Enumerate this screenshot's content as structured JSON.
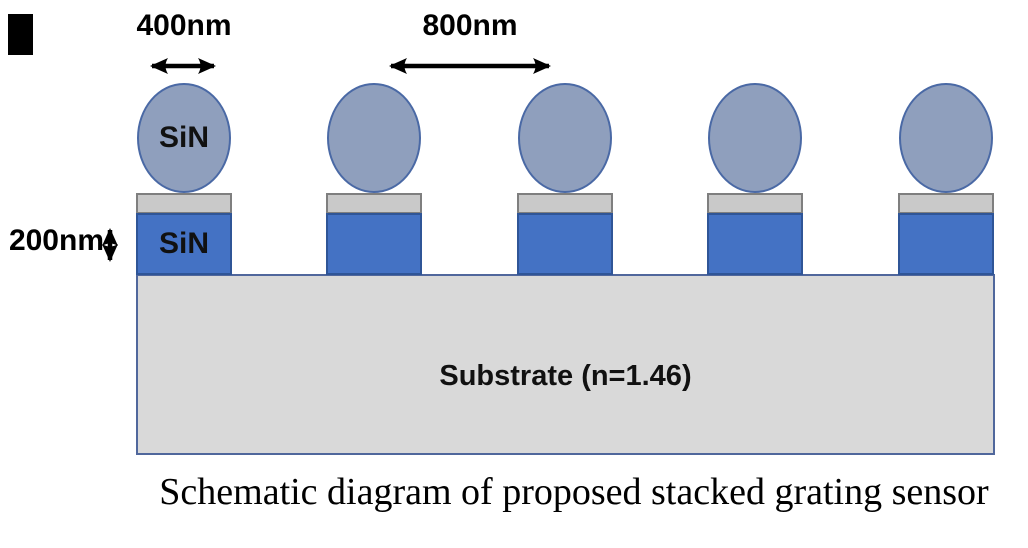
{
  "diagram": {
    "dim_top_width": "400nm",
    "dim_period": "800nm",
    "dim_height": "200nm",
    "circle_label": "SiN",
    "grating_label": "SiN",
    "substrate_label": "Substrate (n=1.46)",
    "caption": "Schematic diagram of proposed stacked grating sensor"
  },
  "colors": {
    "circle_fill": "#8f9fbd",
    "circle_border": "#4a69a5",
    "cap_fill": "#c9c9c9",
    "cap_border": "#7f7f7f",
    "grating_fill": "#4472c4",
    "grating_border": "#2f5597",
    "substrate_fill": "#d9d9d9",
    "substrate_border": "#50679c",
    "arrow_color": "#000000"
  }
}
